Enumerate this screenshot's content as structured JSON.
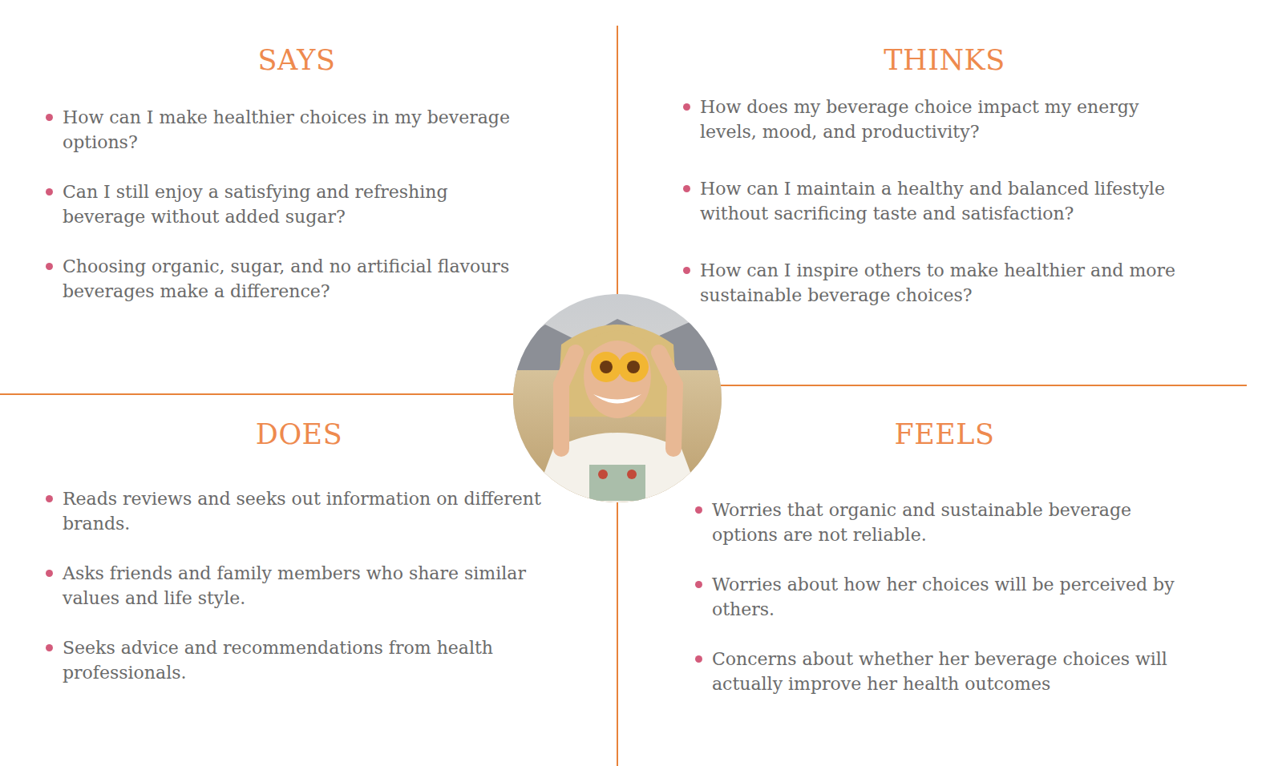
{
  "diagram": {
    "nodes": [
      {
        "text": [
          "SAYS",
          "How can I make healthier choices in my beverage options?",
          "Can I still enjoy a satisfying and refreshing beverage without added sugar?",
          "Choosing organic, sugar, and no artificial flavours beverages make a difference?"
        ]
      },
      {
        "text": [
          "THINKS",
          "How does my beverage choice impact my energy levels, mood, and productivity?",
          "How can I maintain a healthy and balanced lifestyle without sacrificing taste and satisfaction?",
          "How can I inspire others to make healthier and more sustainable beverage choices?"
        ]
      },
      {
        "text": [
          "DOES",
          "Reads reviews and seeks out information on different brands.",
          "Asks friends and family members who share similar values and life style.",
          "Seeks advice and recommendations from health professionals."
        ]
      },
      {
        "text": [
          "FEELS",
          "Worries that organic and sustainable beverage options are not reliable.",
          "Worries about how her choices will be perceived by others.",
          "Concerns about whether her beverage choices will actually improve her health outcomes"
        ]
      }
    ]
  }
}
